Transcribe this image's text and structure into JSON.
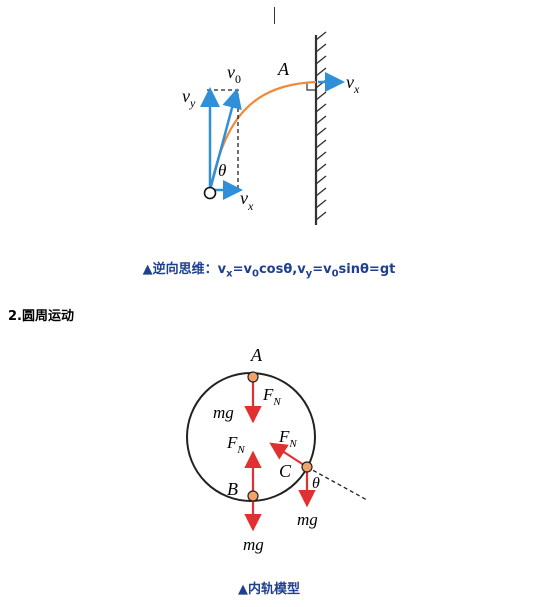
{
  "figure1": {
    "labels": {
      "v0": "v",
      "v0_sub": "0",
      "vy": "v",
      "vy_sub": "y",
      "vx_top": "v",
      "vx_top_sub": "x",
      "vx_bottom": "v",
      "vx_bottom_sub": "x",
      "theta": "θ",
      "point_A": "A"
    },
    "colors": {
      "trajectory": "#f08a3a",
      "vector": "#2f8fd8",
      "wall": "#333333"
    }
  },
  "caption1": {
    "prefix": "▲逆向思维：",
    "vx_v": "v",
    "vx_sub": "x",
    "eq1_mid": "=v",
    "v0_sub1": "0",
    "eq1_end": "cosθ,",
    "vy_v": "v",
    "vy_sub": "y",
    "eq2_mid": "=v",
    "v0_sub2": "0",
    "eq2_end": "sinθ=gt"
  },
  "heading": "2.圆周运动",
  "figure2": {
    "labels": {
      "A": "A",
      "B": "B",
      "C": "C",
      "FN_top": "F",
      "FN_top_sub": "N",
      "FN_mid": "F",
      "FN_mid_sub": "N",
      "FN_right": "F",
      "FN_right_sub": "N",
      "mg_top": "mg",
      "mg_right": "mg",
      "mg_bottom": "mg",
      "theta": "θ"
    },
    "colors": {
      "force": "#e03030",
      "ball": "#f2a36b",
      "circle": "#222222"
    }
  },
  "caption2": "▲内轨模型"
}
